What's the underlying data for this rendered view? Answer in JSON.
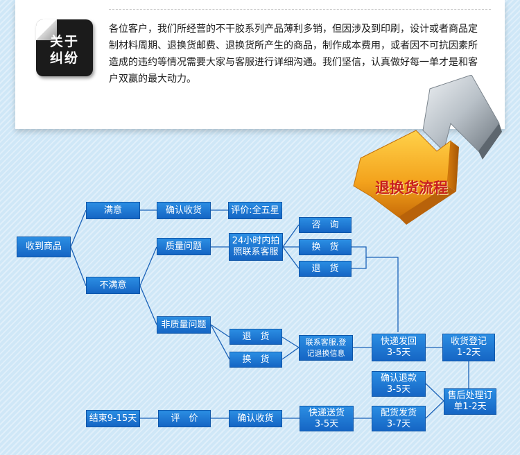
{
  "intro": {
    "badge_text": "关于\n纠纷",
    "paragraph": "各位客户，我们所经营的不干胶系列产品薄利多销，但因涉及到印刷，设计或者商品定制材料周期、退换货邮费、退换货所产生的商品，制作成本费用，或者因不可抗因素所造成的违约等情况需要大家与客服进行详细沟通。我们坚信，认真做好每一单才是和客户双赢的最大动力。"
  },
  "flow": {
    "title": "退换货流程",
    "nodes": {
      "received": "收到商品",
      "satisfied": "满意",
      "confirm_receipt_1": "确认收货",
      "review_5star": "评价:全五星",
      "unsatisfied": "不满意",
      "quality_issue": "质量问题",
      "photo_contact": "24小时内拍\n照联系客服",
      "consult": "咨　询",
      "exchange_1": "换　货",
      "return_1": "退　货",
      "non_quality_issue": "非质量问题",
      "return_2": "退　货",
      "exchange_2": "换　货",
      "contact_register": "联系客服,登\n记退换信息",
      "ship_back": "快递发回\n3-5天",
      "receive_register": "收货登记\n1-2天",
      "confirm_refund": "确认退款\n3-5天",
      "after_sales": "售后处理订\n单1-2天",
      "restock_ship": "配货发货\n3-7天",
      "express_deliver": "快递送货\n3-5天",
      "confirm_receipt_2": "确认收货",
      "review": "评　价",
      "end": "结束9-15天"
    }
  },
  "colors": {
    "node_fill": "#1d78d6",
    "connector": "#1b62b8",
    "title_text": "#c81e1e",
    "arrow_orange": "#f0a020",
    "arrow_gray": "#9aa3ab"
  }
}
